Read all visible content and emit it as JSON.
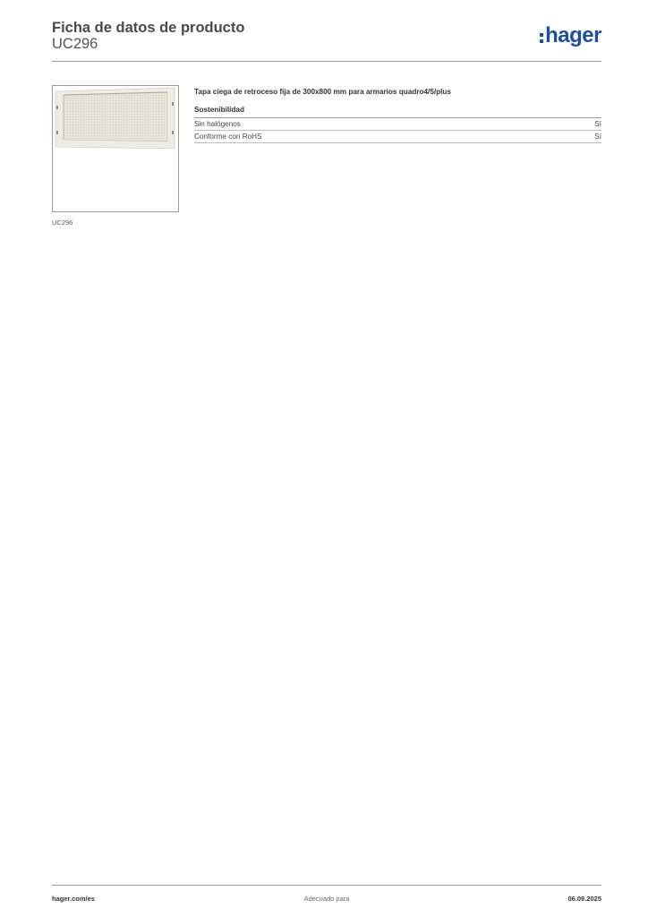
{
  "header": {
    "title": "Ficha de datos de producto",
    "code": "UC296",
    "logo_text": "hager"
  },
  "product": {
    "image_caption": "UC296",
    "description": "Tapa ciega de retroceso fija de 300x800 mm para armarios quadro4/5/plus"
  },
  "specs": {
    "section_title": "Sostenibilidad",
    "rows": [
      {
        "label": "Sin halógenos",
        "value": "Sí"
      },
      {
        "label": "Conforme con RoHS",
        "value": "Sí"
      }
    ]
  },
  "footer": {
    "left": "hager.com/es",
    "center": "Adecuado para",
    "right": "06.09.2025"
  },
  "colors": {
    "brand": "#1b4fa5",
    "rule": "#9a9a9a"
  },
  "icons": {
    "logo": "hager-logo-icon",
    "product": "blank-panel-image"
  }
}
